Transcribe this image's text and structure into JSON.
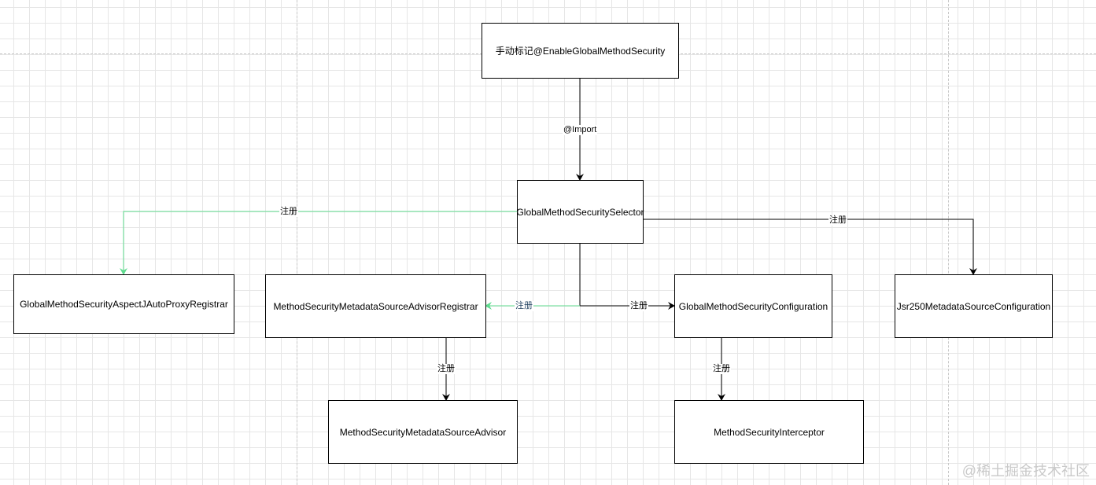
{
  "nodes": {
    "enable": "手动标记@EnableGlobalMethodSecurity",
    "selector": "GlobalMethodSecuritySelector",
    "aspectj_registrar": "GlobalMethodSecurityAspectJAutoProxyRegistrar",
    "advisor_registrar": "MethodSecurityMetadataSourceAdvisorRegistrar",
    "configuration": "GlobalMethodSecurityConfiguration",
    "jsr250": "Jsr250MetadataSourceConfiguration",
    "advisor": "MethodSecurityMetadataSourceAdvisor",
    "interceptor": "MethodSecurityInterceptor"
  },
  "edges": {
    "import_label": "@Import",
    "register_label": "注册"
  },
  "colors": {
    "black_edge": "#000000",
    "green_edge": "#5fdc8f"
  },
  "watermark": "@稀土掘金技术社区"
}
